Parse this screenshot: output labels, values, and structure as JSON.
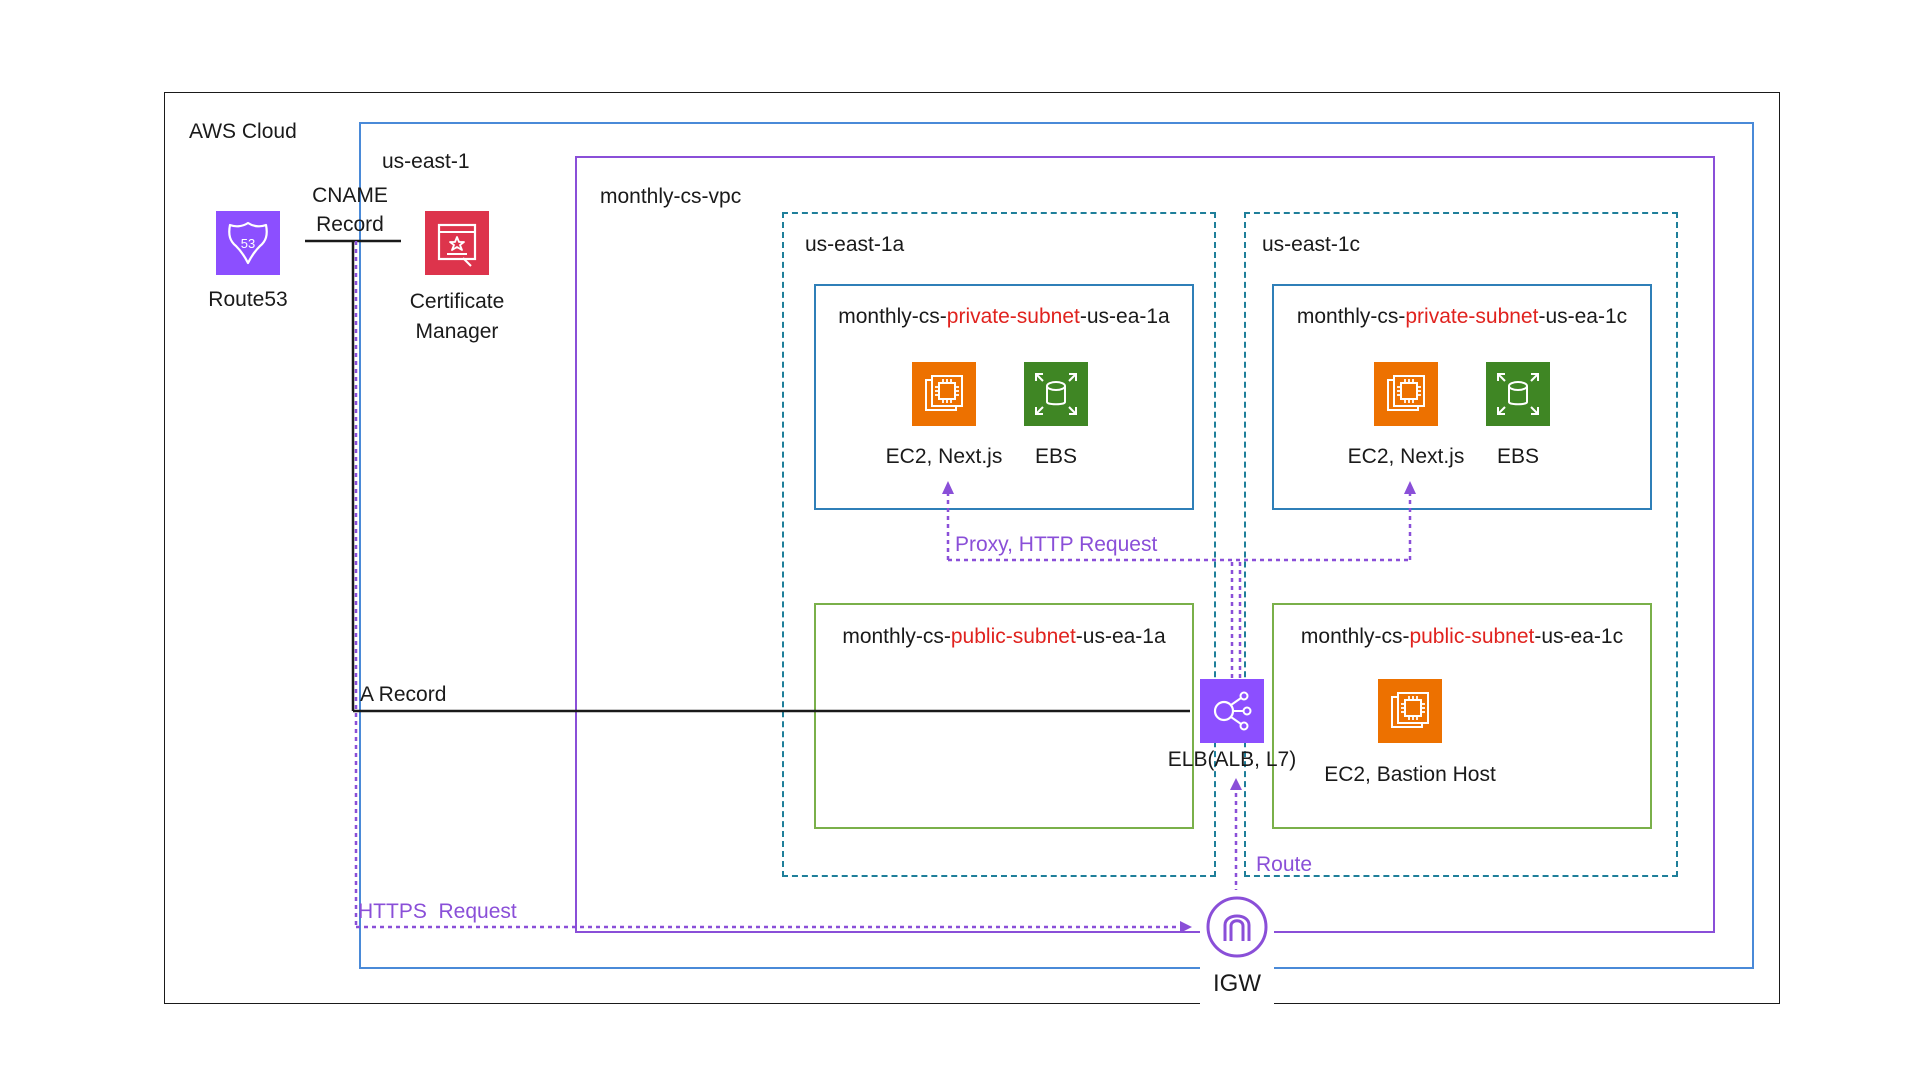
{
  "regions": {
    "aws_cloud": "AWS Cloud",
    "region": "us-east-1",
    "vpc": "monthly-cs-vpc",
    "az_a": "us-east-1a",
    "az_c": "us-east-1c"
  },
  "subnets": {
    "private_a": {
      "prefix": "monthly-cs-",
      "highlight": "private-subnet",
      "suffix": "-us-ea-1a"
    },
    "private_c": {
      "prefix": "monthly-cs-",
      "highlight": "private-subnet",
      "suffix": "-us-ea-1c"
    },
    "public_a": {
      "prefix": "monthly-cs-",
      "highlight": "public-subnet",
      "suffix": "-us-ea-1a"
    },
    "public_c": {
      "prefix": "monthly-cs-",
      "highlight": "public-subnet",
      "suffix": "-us-ea-1c"
    }
  },
  "services": {
    "route53": "Route53",
    "cert_manager_1": "Certificate",
    "cert_manager_2": "Manager",
    "ec2_next_a": "EC2, Next.js",
    "ebs_a": "EBS",
    "ec2_next_c": "EC2, Next.js",
    "ebs_c": "EBS",
    "elb": "ELB(ALB, L7)",
    "ec2_bastion": "EC2, Bastion Host",
    "igw": "IGW",
    "route53_badge": "53"
  },
  "edges": {
    "cname_1": "CNAME",
    "cname_2": "Record",
    "a_record": "A Record",
    "proxy": "Proxy, HTTP Request",
    "route": "Route",
    "https": "HTTPS  Request"
  },
  "colors": {
    "aws_cloud_border": "#1a1a1a",
    "region_border": "#4a8ad8",
    "vpc_border": "#8a4fd8",
    "az_border": "#1f7f9a",
    "private_subnet_border": "#2f7fb8",
    "public_subnet_border": "#7ab04a",
    "route53": "#8c4fff",
    "cert_manager": "#dd344c",
    "ec2": "#ed7100",
    "ebs": "#3f8624",
    "elb": "#8c4fff",
    "flow_purple": "#8a4fd8",
    "highlight_red": "#e0221e"
  }
}
